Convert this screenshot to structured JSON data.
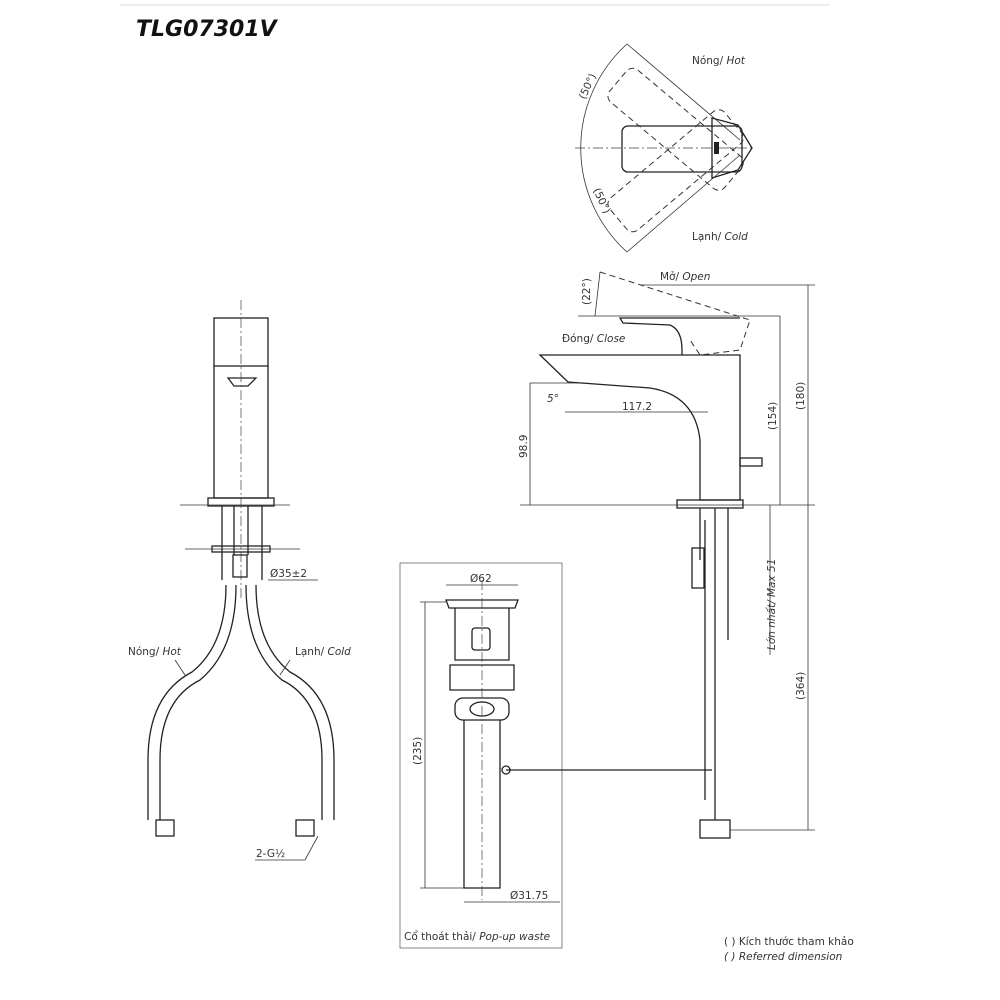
{
  "title": "TLG07301V",
  "top_view": {
    "hot": "Nóng/ ",
    "hot_en": "Hot",
    "cold": "Lạnh/ ",
    "cold_en": "Cold",
    "angle_hot": "(50°)",
    "angle_cold": "(50°)"
  },
  "side_view": {
    "open": "Mở/ ",
    "open_en": "Open",
    "close": "Đóng/ ",
    "close_en": "Close",
    "lever_angle": "(22°)",
    "spout_angle": "5°",
    "reach": "117.2",
    "spout_height": "98.9",
    "height_154": "(154)",
    "height_180": "(180)",
    "max_thickness": "Lớn nhất/ Max 51",
    "total": "(364)"
  },
  "front_view": {
    "hole": "Ø35±2",
    "hot": "Nóng/ ",
    "hot_en": "Hot",
    "cold": "Lạnh/ ",
    "cold_en": "Cold",
    "thread": "2-G½"
  },
  "popup": {
    "diameter_top": "Ø62",
    "length": "(235)",
    "diameter_bottom": "Ø31.75",
    "label": "Cổ thoát thải/ ",
    "label_en": "Pop-up waste"
  },
  "legend": {
    "line1": "( ) Kích thước tham khảo",
    "line2": "( ) Referred dimension"
  }
}
